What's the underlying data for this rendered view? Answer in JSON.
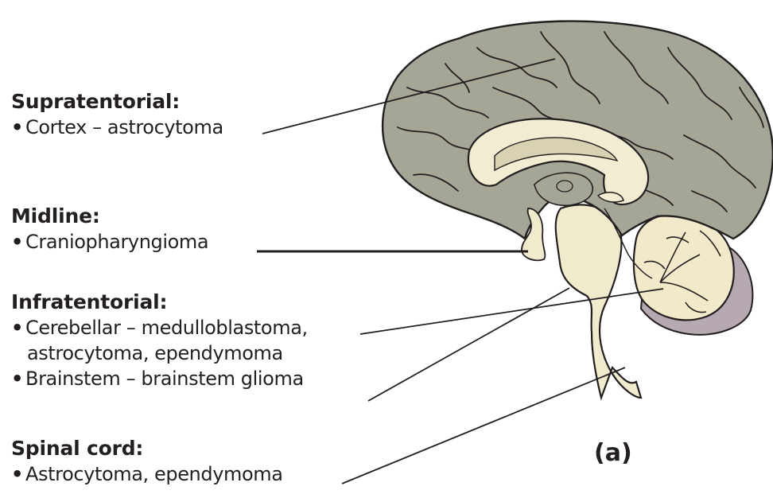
{
  "bullet": "•",
  "groups": {
    "supratentorial": {
      "heading": "Supratentorial:",
      "items": [
        "Cortex – astrocytoma"
      ]
    },
    "midline": {
      "heading": "Midline:",
      "items": [
        "Craniopharyngioma"
      ]
    },
    "infratentorial": {
      "heading": "Infratentorial:",
      "items": [
        "Cerebellar – medulloblastoma,",
        "astrocytoma, ependymoma",
        "Brainstem – brainstem glioma"
      ]
    },
    "spinal": {
      "heading": "Spinal cord:",
      "items": [
        "Astrocytoma, ependymoma"
      ]
    }
  },
  "panel_label": "(a)",
  "colors": {
    "cortex": "#a6a696",
    "white_matter": "#f2edd2",
    "brainstem": "#f1ebce",
    "cerebellum_shadow": "#b7a9b1",
    "outline": "#231f20"
  }
}
